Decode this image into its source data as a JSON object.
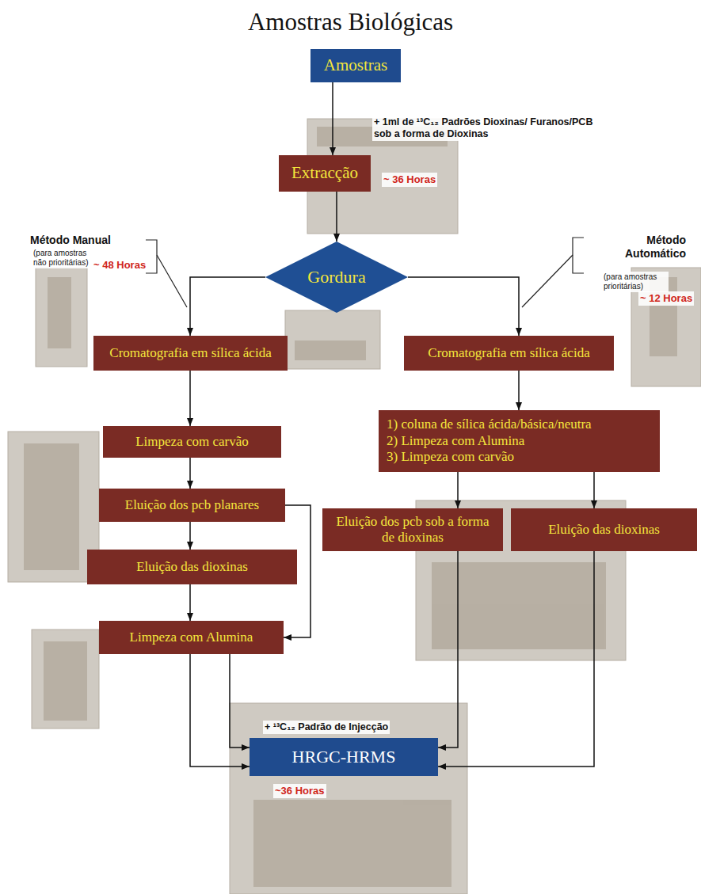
{
  "diagram": {
    "title": "Amostras Biológicas",
    "nodes": [
      {
        "text": [
          "Amostras"
        ]
      },
      {
        "text": [
          "Extracção"
        ]
      },
      {
        "text": [
          "Gordura"
        ]
      },
      {
        "text": [
          "Cromatografia em sílica ácida"
        ]
      },
      {
        "text": [
          "Cromatografia em sílica ácida"
        ]
      },
      {
        "text": [
          "Limpeza com carvão"
        ]
      },
      {
        "text": [
          "Eluição dos pcb planares"
        ]
      },
      {
        "text": [
          "Eluição das dioxinas"
        ]
      },
      {
        "text": [
          "Limpeza com Alumina"
        ]
      },
      {
        "text": [
          "1) coluna de sílica ácida/básica/neutra",
          "2) Limpeza com Alumina",
          "3) Limpeza com carvão"
        ]
      },
      {
        "text": [
          "Eluição dos pcb sob a forma de dioxinas"
        ]
      },
      {
        "text": [
          "Eluição das dioxinas"
        ]
      },
      {
        "text": [
          "HRGC-HRMS"
        ]
      }
    ],
    "edges": [
      {
        "from": 0,
        "to": 1,
        "arrow": "to"
      },
      {
        "from": 1,
        "to": 2,
        "arrow": "to"
      },
      {
        "from": 2,
        "to": 3,
        "arrow": "to"
      },
      {
        "from": 2,
        "to": 4,
        "arrow": "to"
      },
      {
        "from": 3,
        "to": 5,
        "arrow": "to"
      },
      {
        "from": 5,
        "to": 6,
        "arrow": "to"
      },
      {
        "from": 6,
        "to": 7,
        "arrow": "to"
      },
      {
        "from": 7,
        "to": 8,
        "arrow": "to"
      },
      {
        "from": 6,
        "to": 8,
        "arrow": "to"
      },
      {
        "from": 8,
        "to": 12,
        "arrow": "to"
      },
      {
        "from": 8,
        "to": 12,
        "arrow": "to"
      },
      {
        "from": 4,
        "to": 9,
        "arrow": "to"
      },
      {
        "from": 9,
        "to": 10,
        "arrow": "to"
      },
      {
        "from": 9,
        "to": 11,
        "arrow": "to"
      },
      {
        "from": 10,
        "to": 12,
        "arrow": "to"
      },
      {
        "from": 11,
        "to": 12,
        "arrow": "to"
      }
    ],
    "labels": [
      "+ 1ml de ¹³C₁₂ Padrões Dioxinas/ Furanos/PCB sob a forma de Dioxinas",
      "~ 36 Horas",
      "Método Manual",
      "(para amostras não prioritárias)",
      "~ 48 Horas",
      "Método Automático",
      "(para amostras prioritárias)",
      "~ 12 Horas",
      "+ ¹³C₁₂ Padrão de Injecção",
      "~36 Horas"
    ]
  }
}
